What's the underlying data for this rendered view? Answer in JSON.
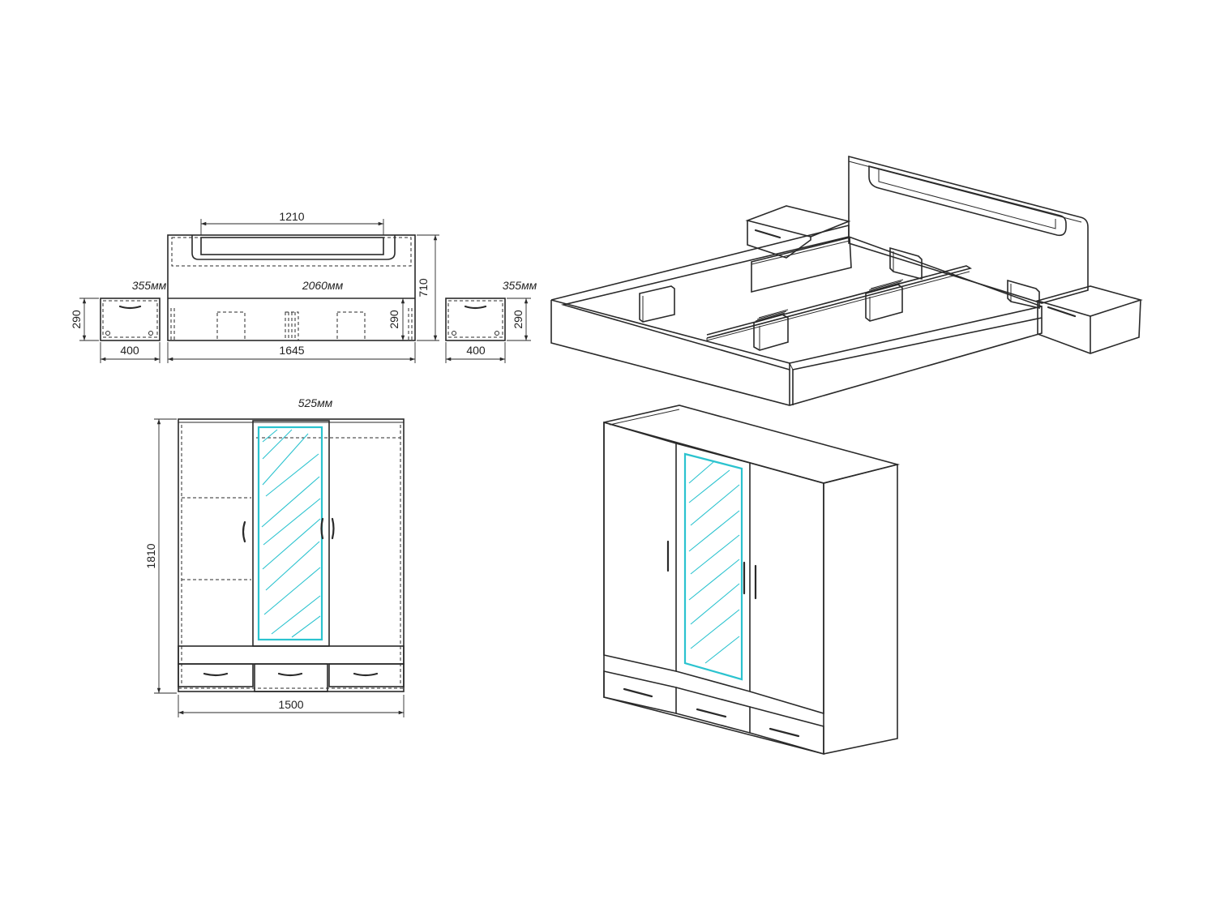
{
  "labels": {
    "headboard_opening_width": "1210",
    "bed_length": "2060мм",
    "headboard_height": "710",
    "bed_side_height": "290",
    "bed_width": "1645",
    "nightstand_left_depth": "355мм",
    "nightstand_left_height": "290",
    "nightstand_left_width": "400",
    "nightstand_right_depth": "355мм",
    "nightstand_right_height": "290",
    "nightstand_right_width": "400",
    "wardrobe_depth": "525мм",
    "wardrobe_height": "1810",
    "wardrobe_width": "1500"
  },
  "colors": {
    "line": "#2a2a2a",
    "mirror": "#2bc3cf",
    "background": "#ffffff"
  },
  "arrow_marker": "arrowhead-icon"
}
